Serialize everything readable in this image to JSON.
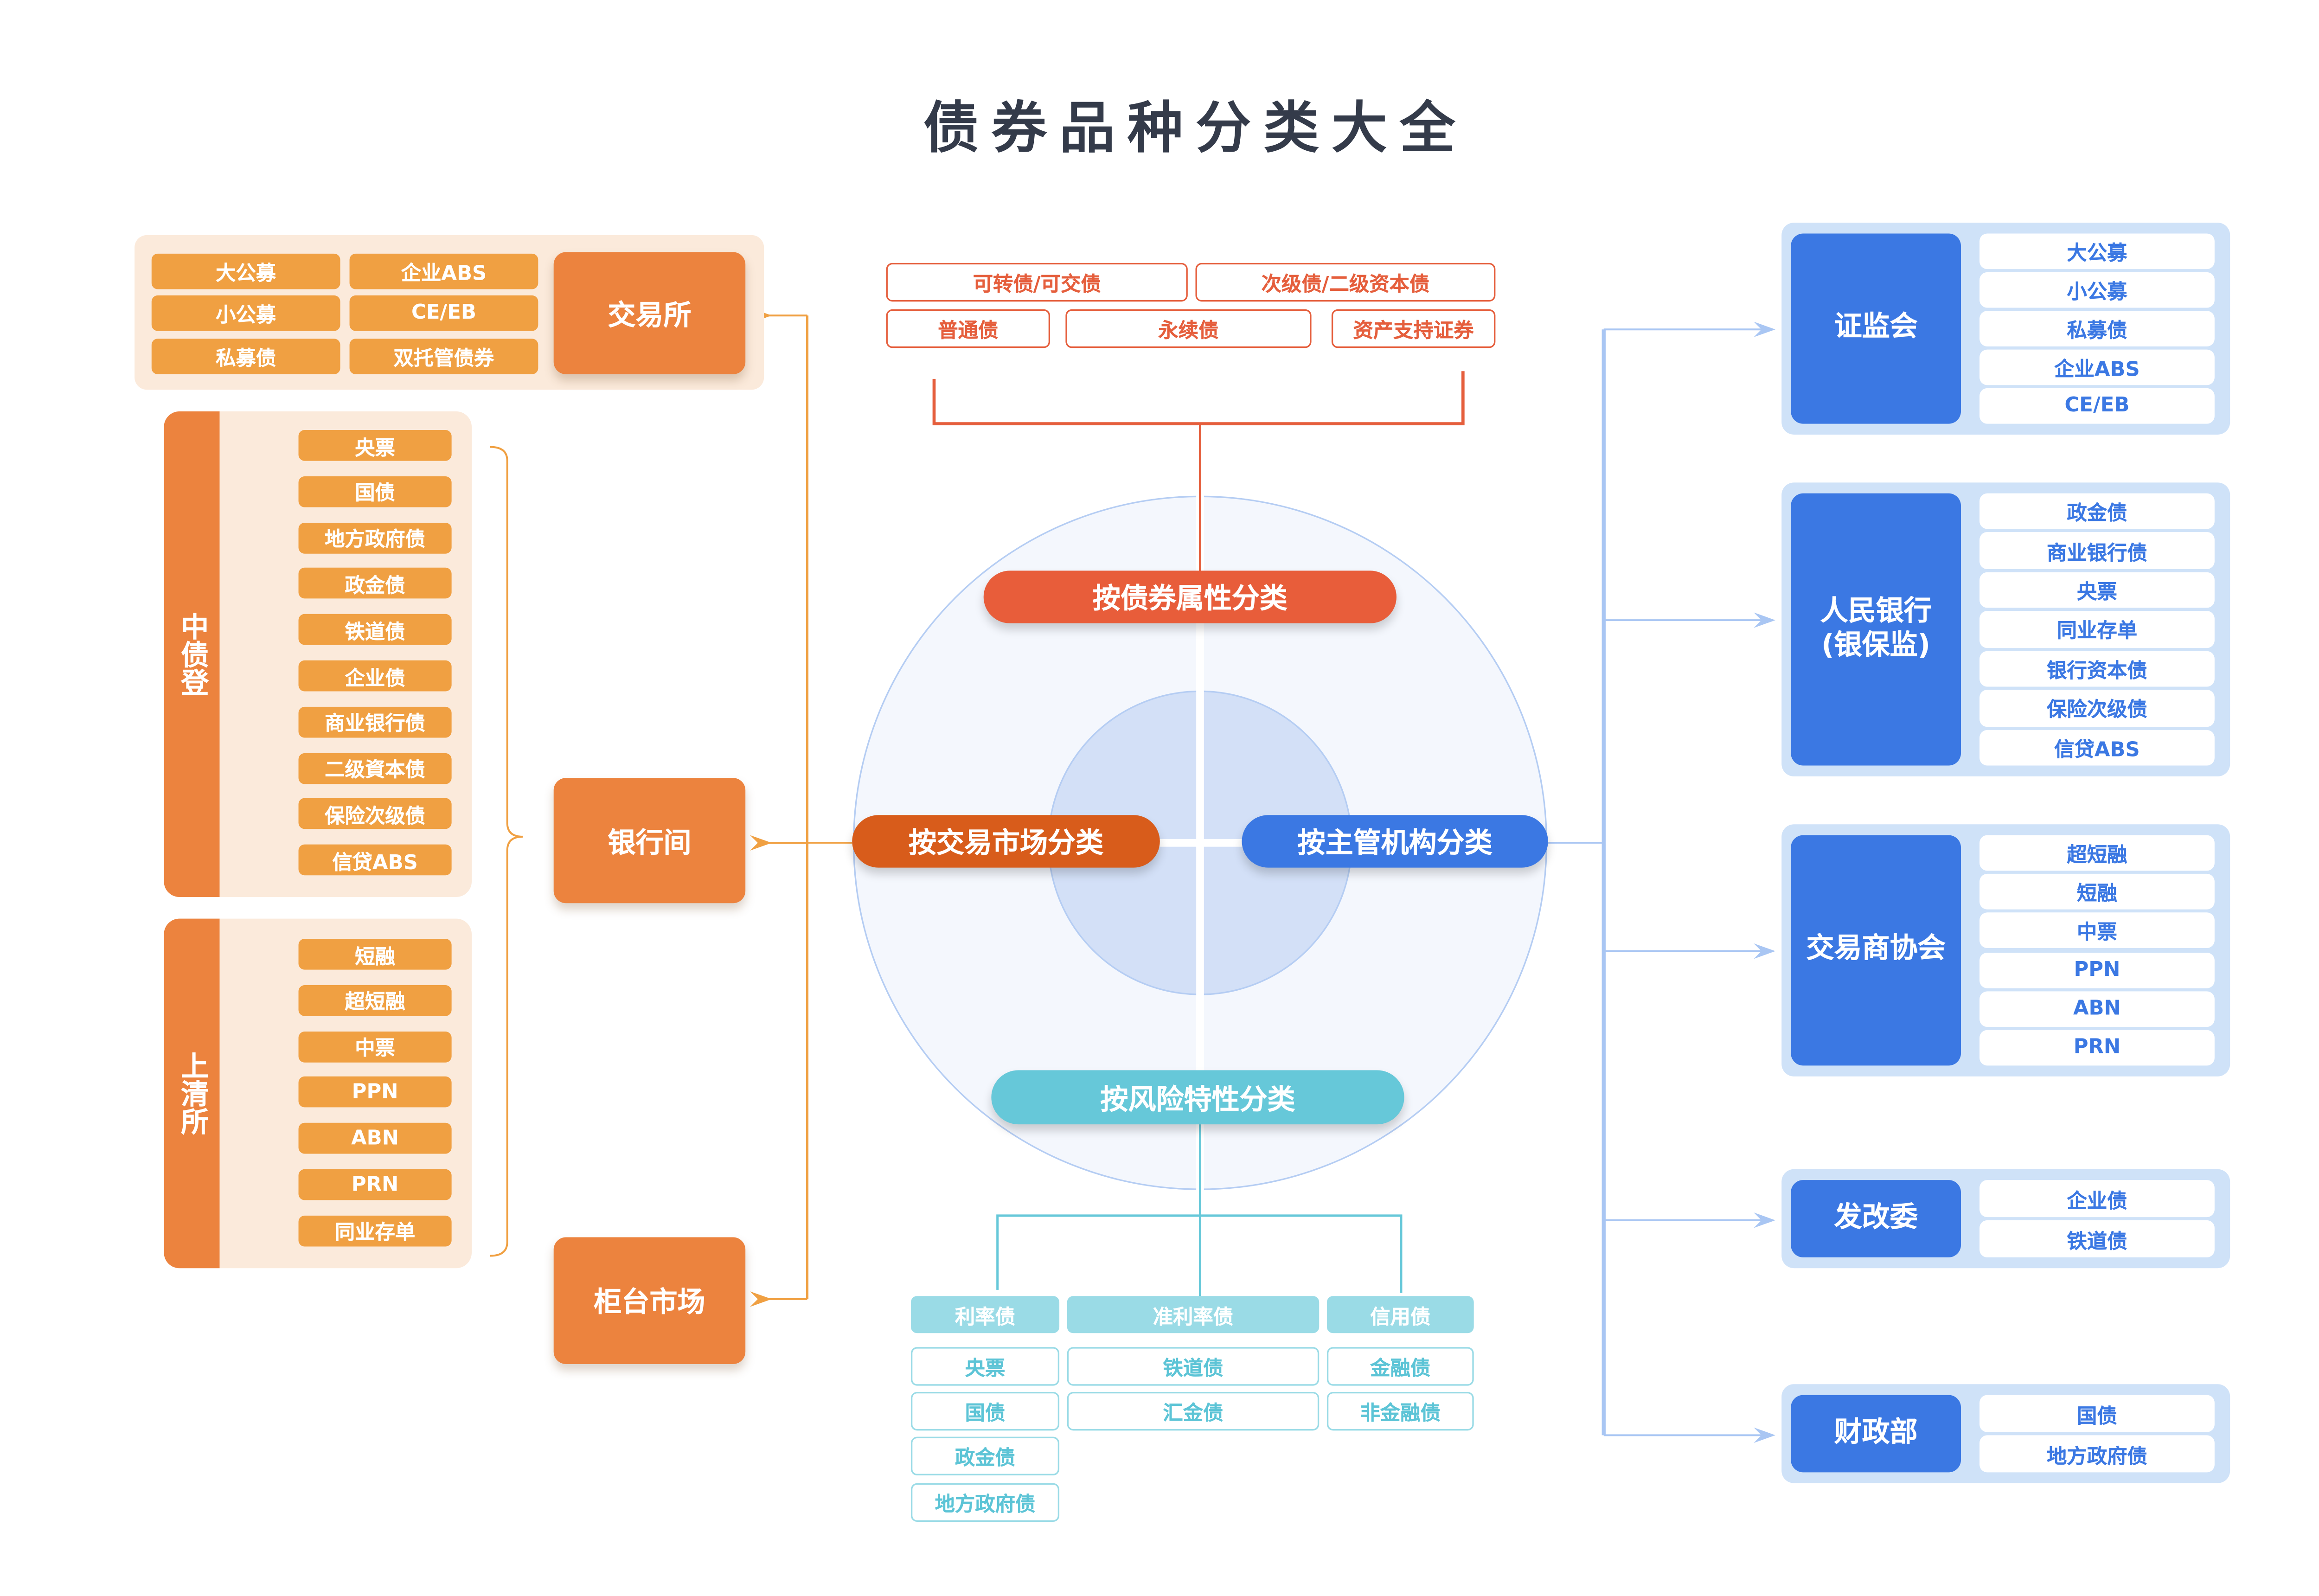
{
  "title": "债券品种分类大全",
  "colors": {
    "orange_main": "#ec833e",
    "orange_item": "#f0a042",
    "orange_bg": "#fbeadb",
    "red": "#e55e3c",
    "orange_pill": "#d85c1b",
    "blue": "#3b78e3",
    "blue_bg": "#cfe2f8",
    "cyan": "#66c8d9",
    "cyan_light": "#9adbe6",
    "title": "#343b4a"
  },
  "categories": {
    "attribute": "按债券属性分类",
    "market": "按交易市场分类",
    "regulator": "按主管机构分类",
    "risk": "按风险特性分类"
  },
  "attribute_items": {
    "row1": [
      "可转债/可交债",
      "次级债/二级资本债"
    ],
    "row2": [
      "普通债",
      "永续债",
      "资产支持证券"
    ]
  },
  "market": {
    "exchange": {
      "label": "交易所",
      "items": [
        "大公募",
        "企业ABS",
        "小公募",
        "CE/EB",
        "私募债",
        "双托管债券"
      ]
    },
    "interbank": {
      "label": "银行间",
      "ccdc": {
        "label": "中债登",
        "items": [
          "央票",
          "国债",
          "地方政府债",
          "政金债",
          "铁道债",
          "企业债",
          "商业银行债",
          "二级資本债",
          "保险次级债",
          "信贷ABS"
        ]
      },
      "shch": {
        "label": "上清所",
        "items": [
          "短融",
          "超短融",
          "中票",
          "PPN",
          "ABN",
          "PRN",
          "同业存单"
        ]
      }
    },
    "otc": {
      "label": "柜台市场"
    }
  },
  "risk": {
    "groups": [
      {
        "label": "利率债",
        "items": [
          "央票",
          "国债",
          "政金债",
          "地方政府债"
        ]
      },
      {
        "label": "准利率债",
        "items": [
          "铁道债",
          "汇金债"
        ]
      },
      {
        "label": "信用债",
        "items": [
          "金融债",
          "非金融债"
        ]
      }
    ]
  },
  "regulators": [
    {
      "label": "证监会",
      "items": [
        "大公募",
        "小公募",
        "私募债",
        "企业ABS",
        "CE/EB"
      ]
    },
    {
      "label": "人民银行\n(银保监)",
      "label_line1": "人民银行",
      "label_line2": "(银保监)",
      "items": [
        "政金债",
        "商业银行债",
        "央票",
        "同业存单",
        "银行资本债",
        "保险次级债",
        "信贷ABS"
      ]
    },
    {
      "label": "交易商协会",
      "items": [
        "超短融",
        "短融",
        "中票",
        "PPN",
        "ABN",
        "PRN"
      ]
    },
    {
      "label": "发改委",
      "items": [
        "企业债",
        "铁道债"
      ]
    },
    {
      "label": "财政部",
      "items": [
        "国债",
        "地方政府债"
      ]
    }
  ]
}
